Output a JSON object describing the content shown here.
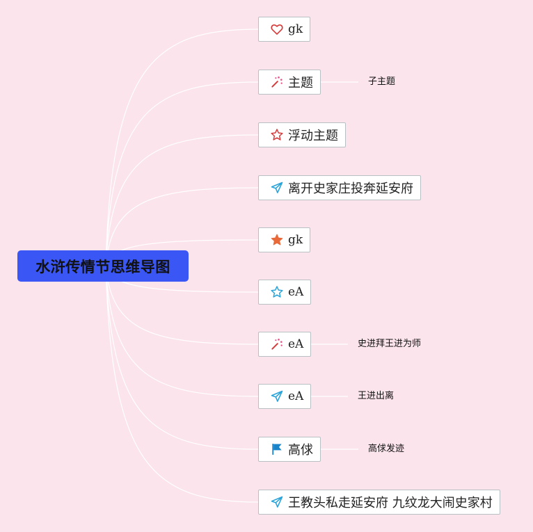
{
  "root": {
    "label": "水浒传情节思维导图"
  },
  "topics": [
    {
      "label": "gk",
      "icon": "heart-icon",
      "latin": true,
      "subtopic": null
    },
    {
      "label": "主题",
      "icon": "magic-wand-icon",
      "latin": false,
      "subtopic": "子主题"
    },
    {
      "label": "浮动主题",
      "icon": "star-outline-icon",
      "latin": false,
      "subtopic": null
    },
    {
      "label": "离开史家庄投奔延安府",
      "icon": "paper-plane-icon",
      "latin": false,
      "subtopic": null
    },
    {
      "label": "gk",
      "icon": "star-filled-icon",
      "latin": true,
      "subtopic": null
    },
    {
      "label": "eA",
      "icon": "star-outline-blue-icon",
      "latin": true,
      "subtopic": null
    },
    {
      "label": "eA",
      "icon": "magic-wand-icon",
      "latin": true,
      "subtopic": "史进拜王进为师"
    },
    {
      "label": "eA",
      "icon": "paper-plane-icon",
      "latin": true,
      "subtopic": "王进出离"
    },
    {
      "label": "高俅",
      "icon": "flag-icon",
      "latin": false,
      "subtopic": "高俅发迹"
    },
    {
      "label": "王教头私走延安府 九纹龙大闹史家村",
      "icon": "paper-plane-icon",
      "latin": false,
      "subtopic": null
    }
  ],
  "colors": {
    "background": "#fbe4ec",
    "root_fill": "#3a56f5",
    "connector": "#ffffff",
    "node_border": "#b8c0c4"
  }
}
